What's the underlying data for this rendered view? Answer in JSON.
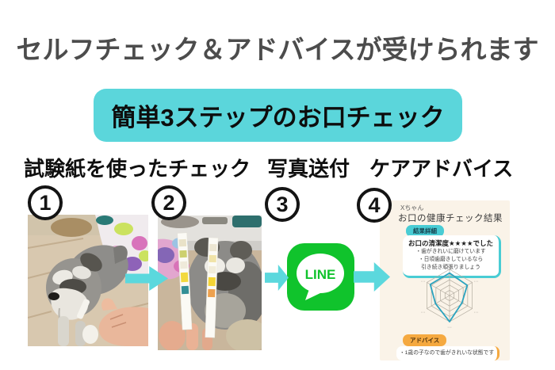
{
  "header": {
    "title": "セルフチェック＆アドバイスが受けられます"
  },
  "banner": {
    "label": "簡単3ステップのお口チェック"
  },
  "step_labels": [
    "試験紙を使ったチェック",
    "写真送付",
    "ケアアドバイス"
  ],
  "steps": [
    {
      "number": "1",
      "content": "dog-oral-test-photo"
    },
    {
      "number": "2",
      "content": "test-strips-closeup-photo"
    },
    {
      "number": "3",
      "content": "line-app-icon"
    },
    {
      "number": "4",
      "content": "health-check-result-card"
    }
  ],
  "line_icon": {
    "label": "LINE",
    "color": "#10c32c"
  },
  "result_card": {
    "pet_name": "Xちゃん",
    "title": "お口の健康チェック結果",
    "result_badge": "結果詳細",
    "result_headline": "お口の清潔度★★★★でした",
    "result_notes": [
      "・歯がきれいに磨けています",
      "・日頃歯磨きしているなら",
      "引き続き頑張りましょう"
    ],
    "advice_badge": "アドバイス",
    "advice_note": "・1歳の子なので歯がきれいな状態です",
    "radar": {
      "type": "radar",
      "axis_labels": [
        "…",
        "…",
        "…",
        "…",
        "…",
        "…"
      ],
      "values": [
        0.86,
        0.78,
        0.55,
        1.0,
        0.62,
        0.85
      ],
      "max": 1,
      "rings": 5,
      "line_color": "#2ba3bf",
      "grid_color": "#b3aca0"
    }
  },
  "colors": {
    "accent_cyan": "#5bd6db",
    "arrow_cyan": "#5bd8dd",
    "line_green": "#10c32c",
    "card_background": "#faf3e8",
    "badge_cyan": "#49ccd4",
    "badge_orange": "#f5a940",
    "title_gray": "#4c4c4c"
  }
}
